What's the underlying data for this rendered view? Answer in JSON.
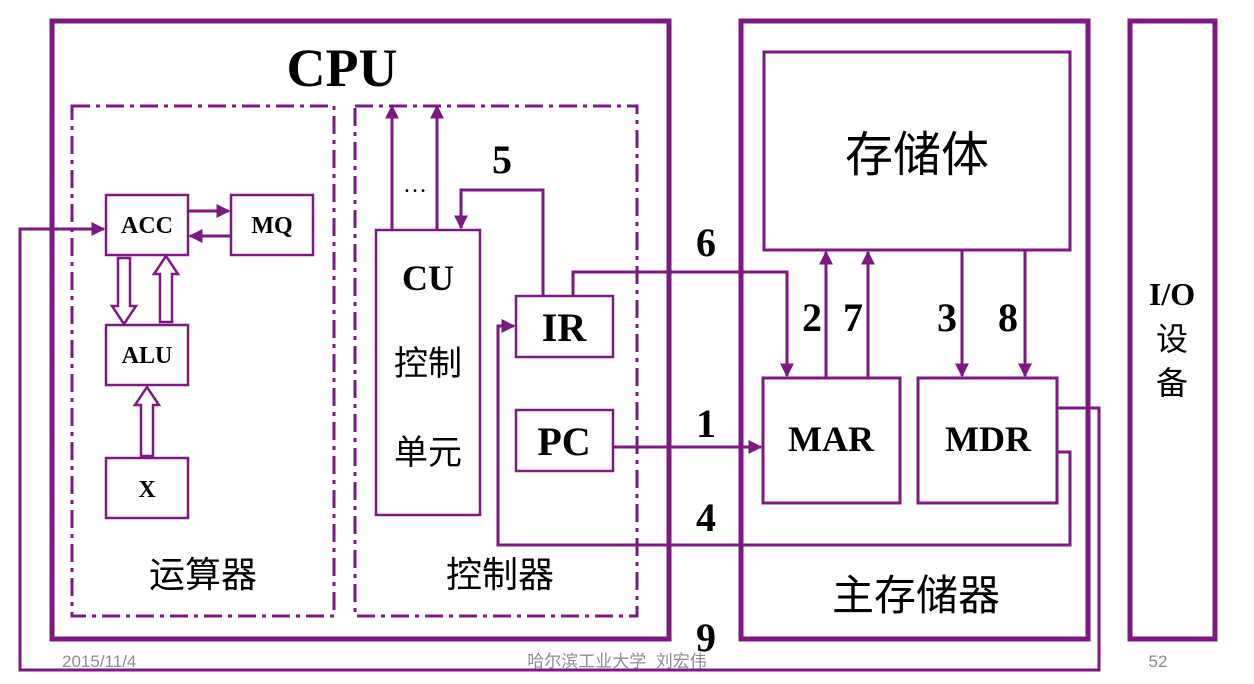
{
  "colors": {
    "accent": "#7b1a7f",
    "text": "#000000",
    "footer": "#8c8c8c",
    "background": "#ffffff"
  },
  "cpu": {
    "title": "CPU",
    "alu_section": {
      "label": "运算器",
      "acc": "ACC",
      "mq": "MQ",
      "alu": "ALU",
      "x": "X"
    },
    "control_section": {
      "label": "控制器",
      "cu": "CU",
      "cu_sub1": "控制",
      "cu_sub2": "单元",
      "ir": "IR",
      "pc": "PC",
      "ellipsis": "…"
    }
  },
  "memory": {
    "label": "主存储器",
    "storage": "存储体",
    "mar": "MAR",
    "mdr": "MDR"
  },
  "io": {
    "line1": "I/O",
    "line2": "设",
    "line3": "备"
  },
  "steps": [
    "1",
    "2",
    "7",
    "3",
    "8",
    "4",
    "5",
    "6",
    "9"
  ],
  "footer": {
    "date": "2015/11/4",
    "institution": "哈尔滨工业大学  刘宏伟",
    "page": "52"
  }
}
